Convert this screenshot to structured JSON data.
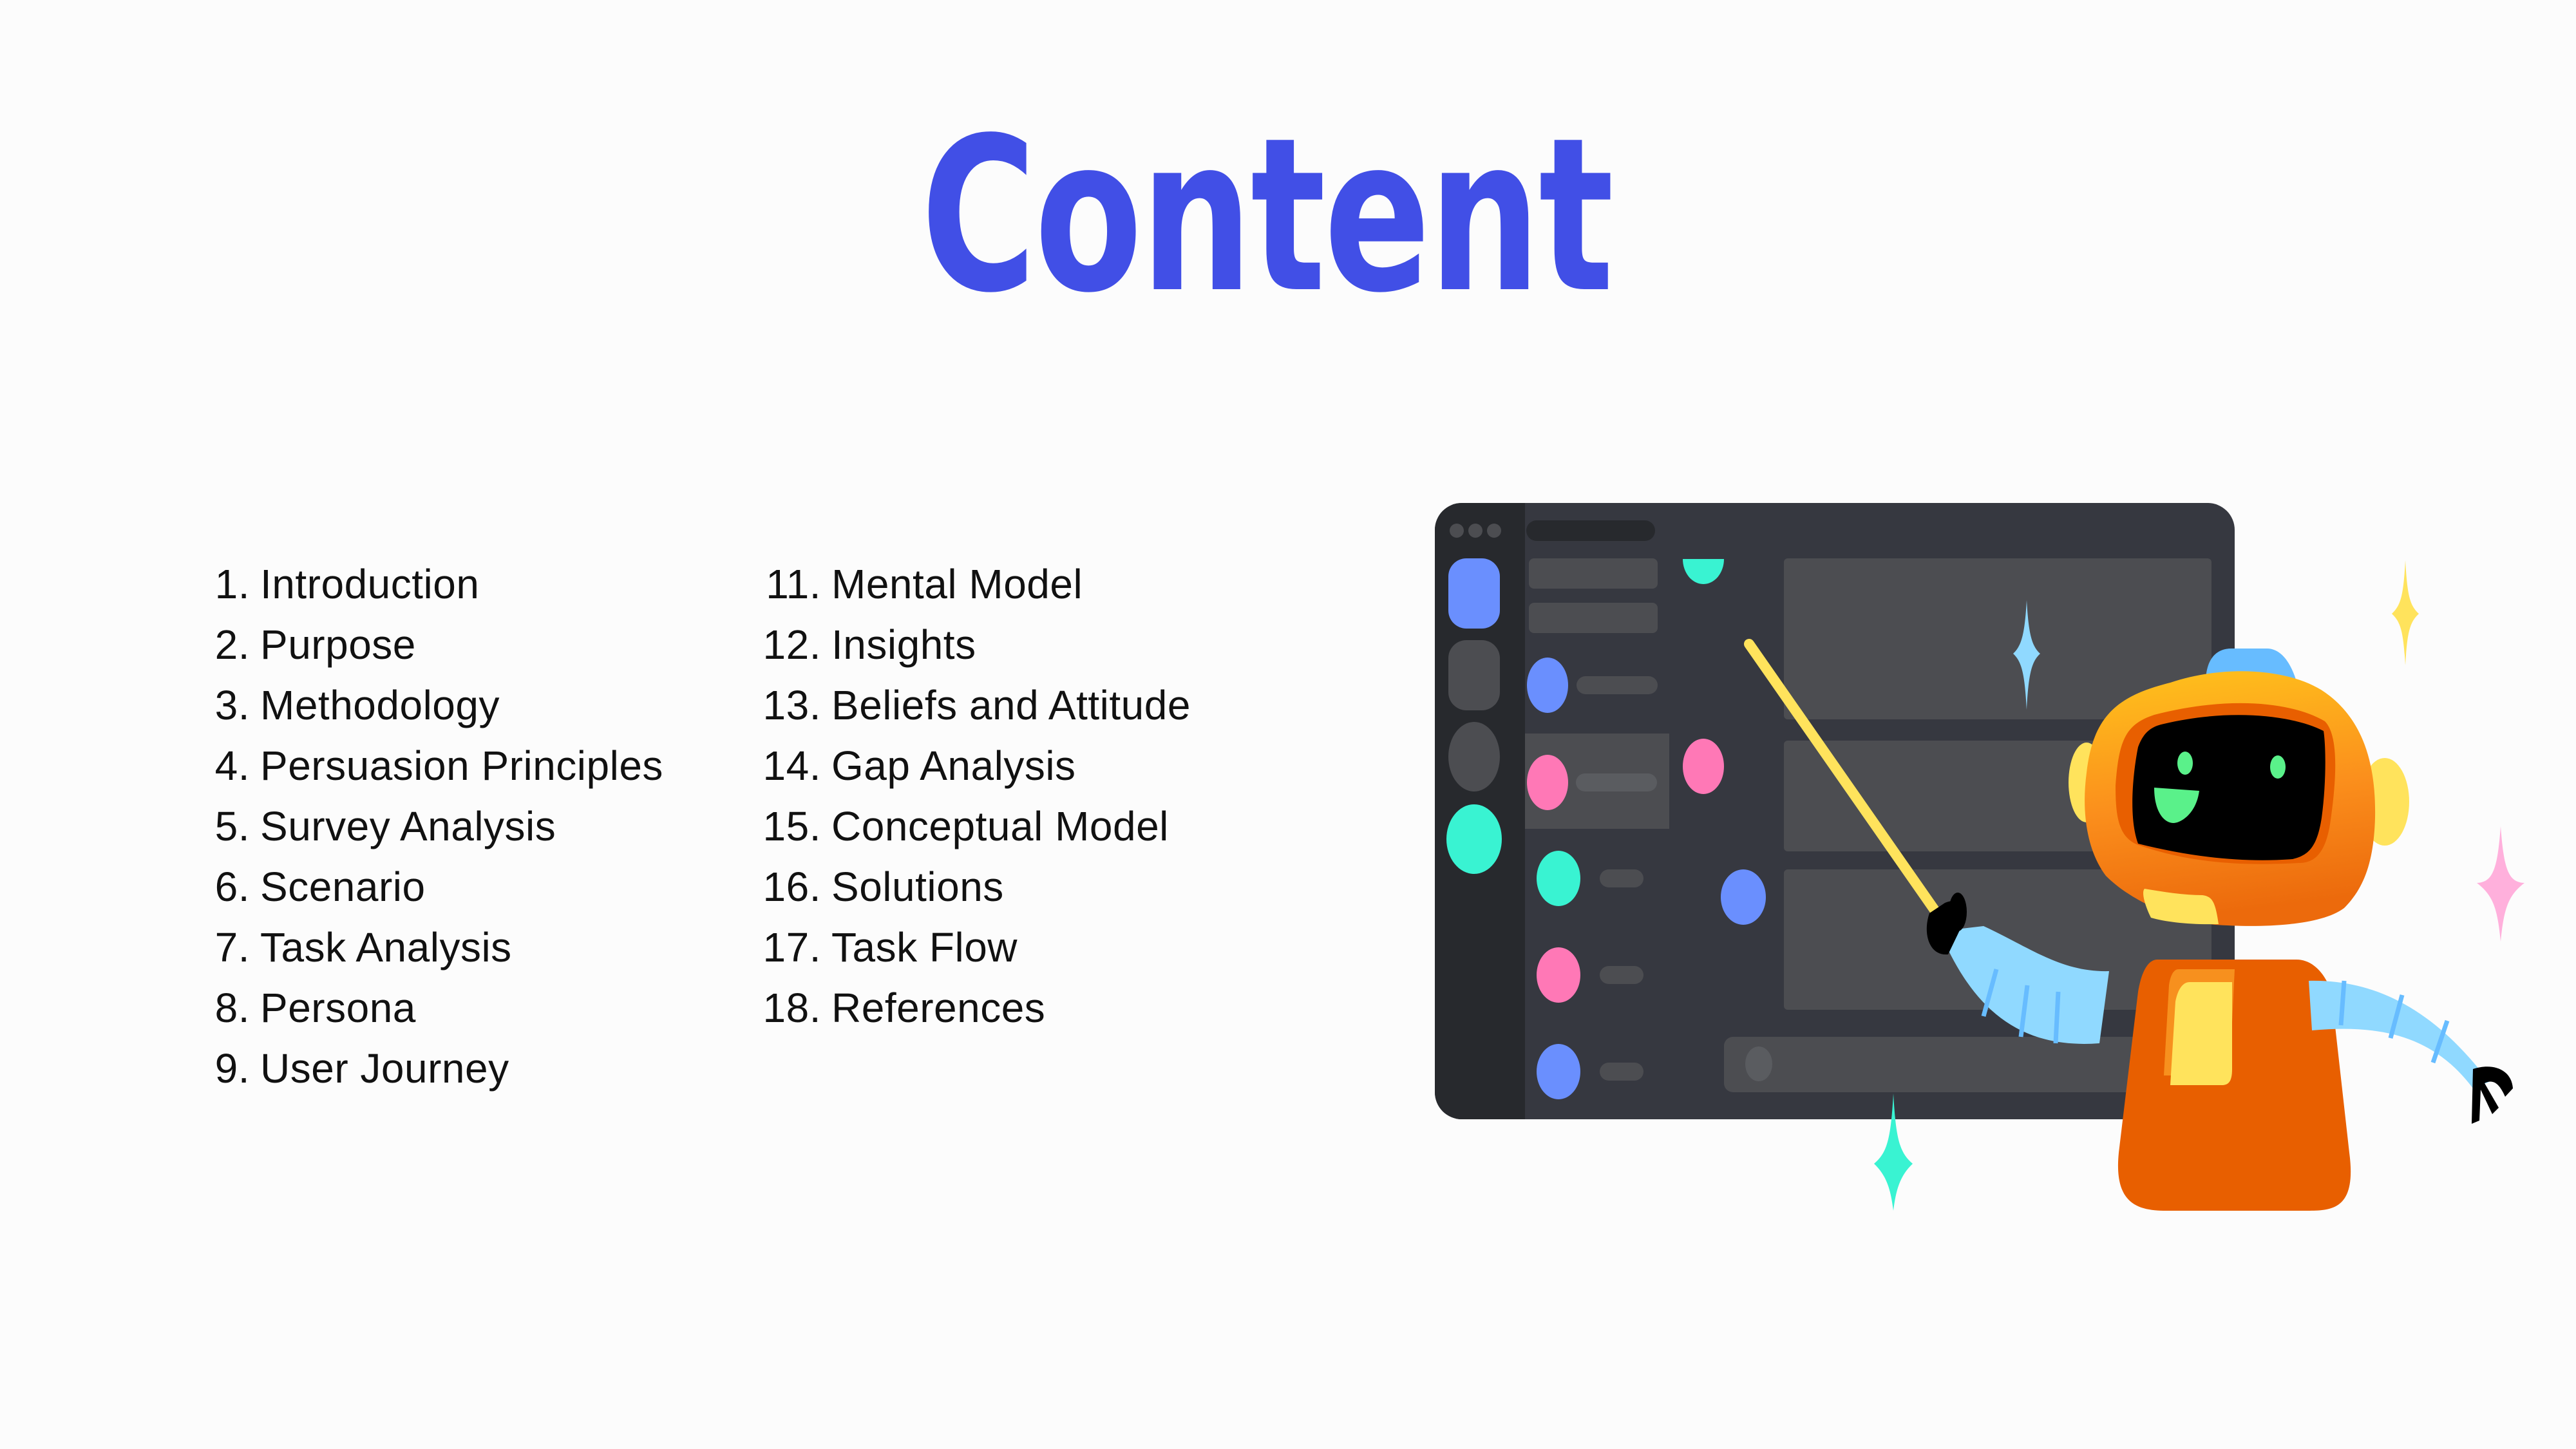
{
  "slide": {
    "title": "Content",
    "colors": {
      "title": "#414fe6",
      "window_bg": "#363840",
      "window_sidebar": "#27292d",
      "panel": "#4c4d51",
      "blue": "#6a8ffe",
      "pink": "#ff78b6",
      "teal": "#39f3d2",
      "robot_orange": "#f7901e",
      "robot_dark_orange": "#e85f00",
      "robot_yellow": "#ffe35c",
      "robot_arm": "#90d9ff",
      "robot_face_green": "#5af18a"
    }
  },
  "contents": {
    "column1": [
      {
        "num": "1.",
        "label": "Introduction"
      },
      {
        "num": "2.",
        "label": "Purpose"
      },
      {
        "num": "3.",
        "label": "Methodology"
      },
      {
        "num": "4.",
        "label": "Persuasion Principles"
      },
      {
        "num": "5.",
        "label": "Survey Analysis"
      },
      {
        "num": "6.",
        "label": "Scenario"
      },
      {
        "num": "7.",
        "label": "Task Analysis"
      },
      {
        "num": "8.",
        "label": "Persona"
      },
      {
        "num": "9.",
        "label": "User Journey"
      }
    ],
    "column2": [
      {
        "num": "11.",
        "label": "Mental Model"
      },
      {
        "num": "12.",
        "label": "Insights"
      },
      {
        "num": "13.",
        "label": "Beliefs and Attitude"
      },
      {
        "num": "14.",
        "label": "Gap Analysis"
      },
      {
        "num": "15.",
        "label": "Conceptual Model"
      },
      {
        "num": "16.",
        "label": "Solutions"
      },
      {
        "num": "17.",
        "label": "Task Flow"
      },
      {
        "num": "18.",
        "label": "References"
      }
    ]
  },
  "illustration": {
    "subject": "robot-teacher-icon",
    "window": "app-window-icon",
    "sparkles": [
      "sparkle-blue-icon",
      "sparkle-yellow-icon",
      "sparkle-pink-icon",
      "sparkle-teal-icon"
    ]
  }
}
